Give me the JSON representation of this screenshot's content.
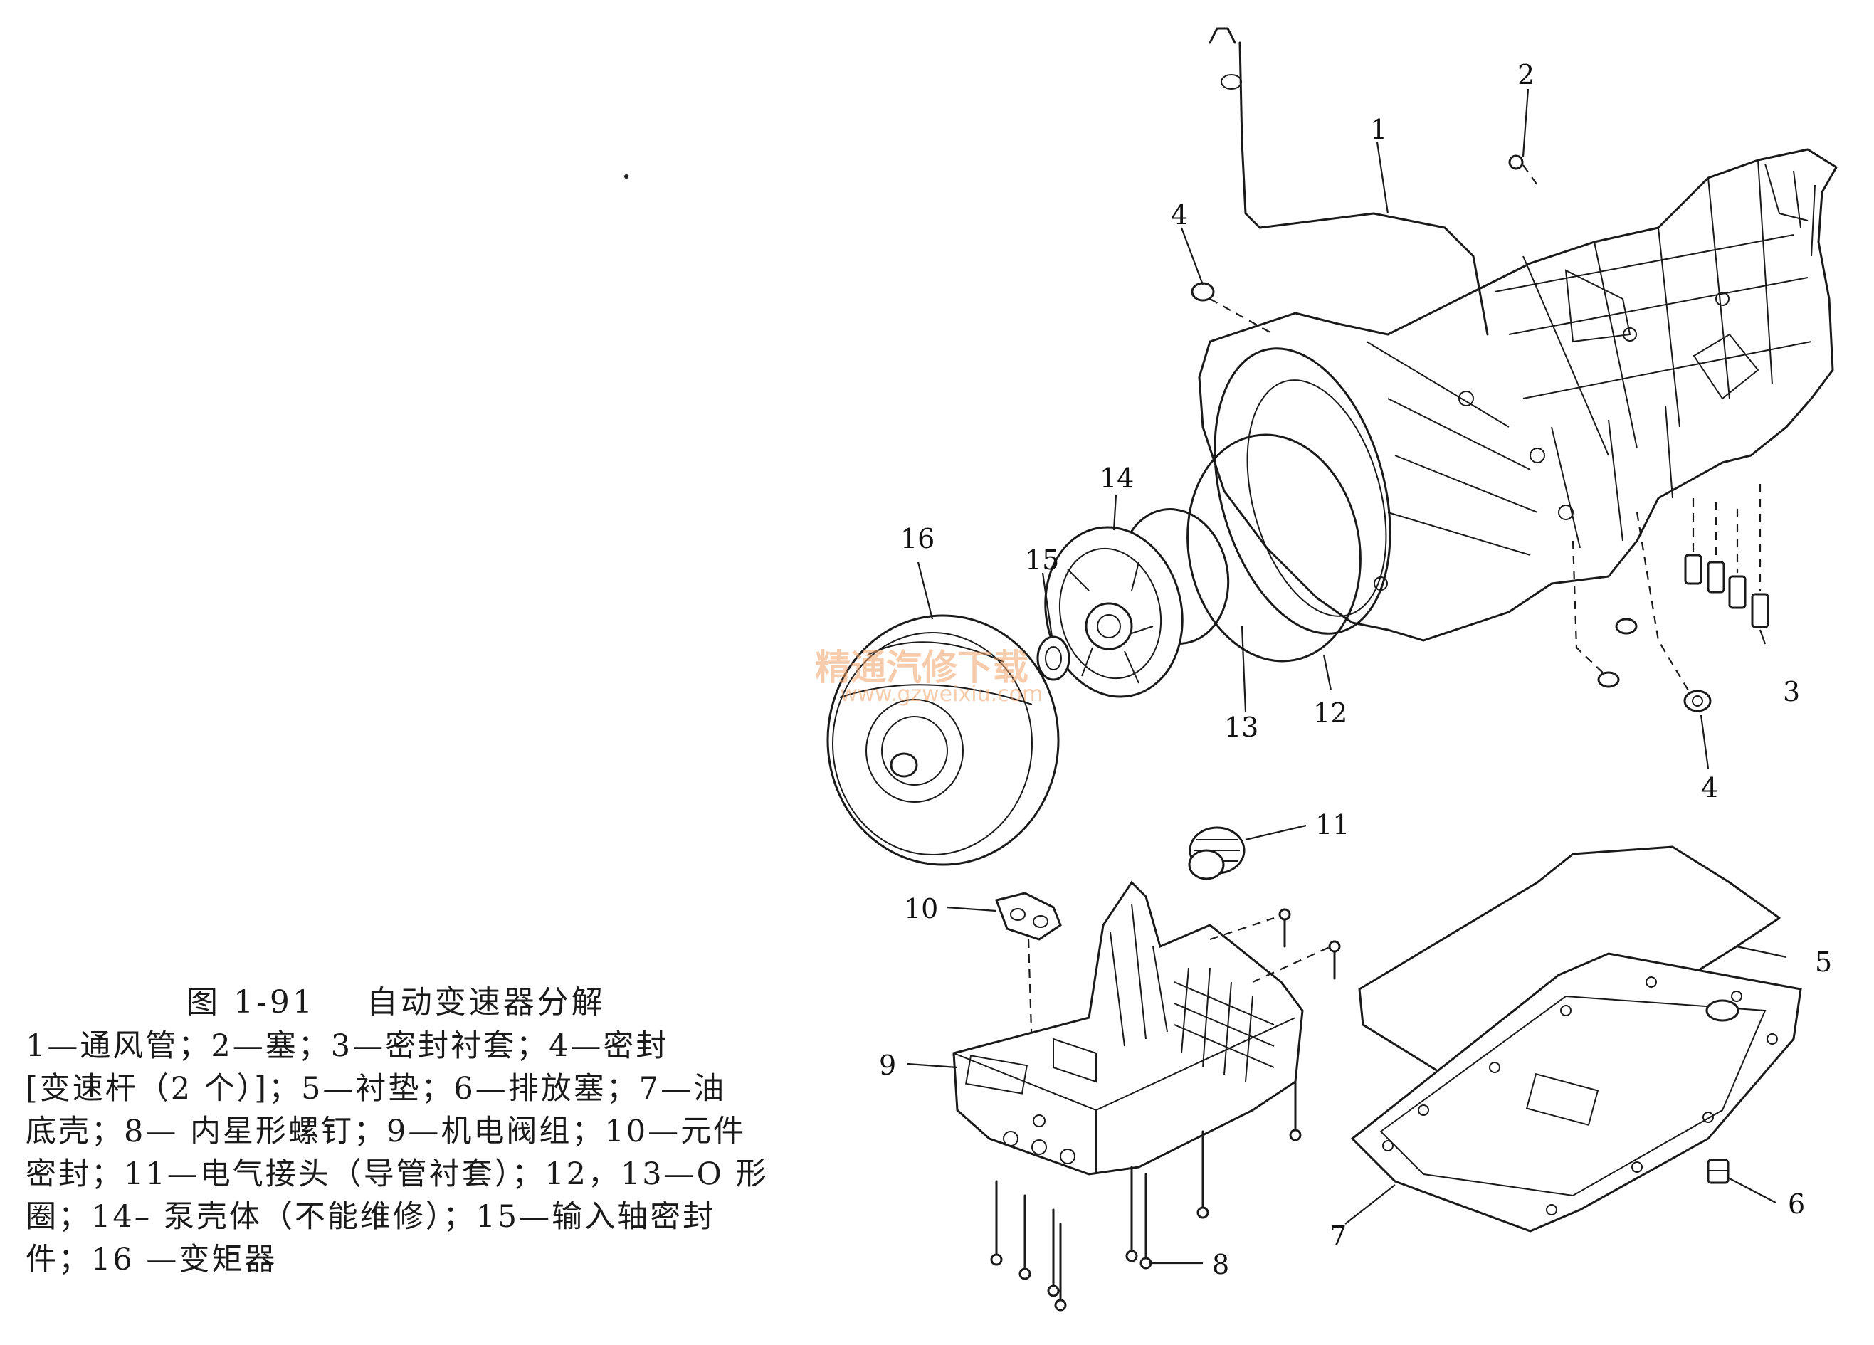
{
  "figure": {
    "title": "图 1-91    自动变速器分解",
    "legend_lines": [
      "    1—通风管；2—塞；3—密封衬套；4—密封",
      "[变速杆（2 个）]；5—衬垫；6—排放塞；7—油",
      "底壳；8— 内星形螺钉；9—机电阀组；10—元件",
      "密封；11—电气接头（导管衬套）；12，13—O 形",
      "圈；14– 泵壳体（不能维修）；15—输入轴密封",
      "件；16 —变矩器"
    ]
  },
  "callouts": [
    "1",
    "2",
    "3",
    "4",
    "4",
    "5",
    "6",
    "7",
    "8",
    "9",
    "10",
    "11",
    "12",
    "13",
    "14",
    "15",
    "16"
  ],
  "watermark": {
    "line1": "精通汽修下载",
    "line2": "www.gzweixiu.com"
  }
}
